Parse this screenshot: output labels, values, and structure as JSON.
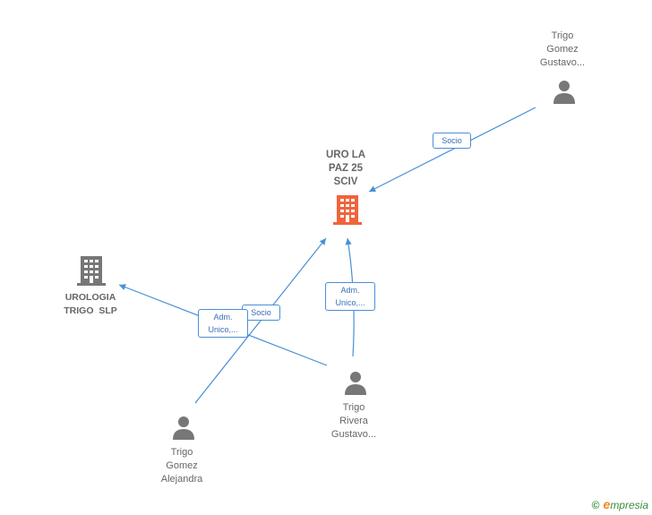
{
  "nodes": {
    "uro_la_paz": {
      "label": "URO LA\nPAZ 25\nSCIV",
      "type": "company",
      "color": "#f0643c"
    },
    "urologia": {
      "label": "UROLOGIA\nTRIGO  SLP",
      "type": "company",
      "color": "#777777"
    },
    "trigo_gomez_gustavo": {
      "label": "Trigo\nGomez\nGustavo...",
      "type": "person"
    },
    "trigo_rivera_gustavo": {
      "label": "Trigo\nRivera\nGustavo...",
      "type": "person"
    },
    "trigo_gomez_alejandra": {
      "label": "Trigo\nGomez\nAlejandra",
      "type": "person"
    }
  },
  "edges": {
    "socio_top": "Socio",
    "socio_mid": "Socio",
    "adm_left": "Adm.\nUnico,...",
    "adm_right": "Adm.\nUnico,..."
  },
  "colors": {
    "edge": "#4a8fd6",
    "person": "#777777"
  },
  "footer": {
    "copyright": "©",
    "brand_first": "e",
    "brand_rest": "mpresia"
  }
}
